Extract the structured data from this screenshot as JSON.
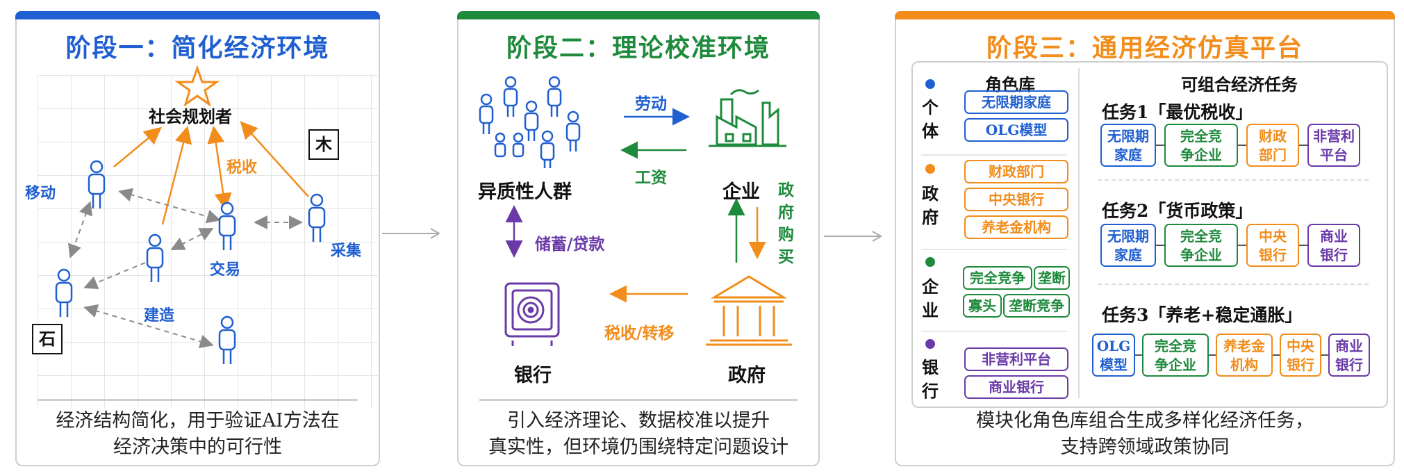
{
  "colors": {
    "blue": "#1f5fd1",
    "green": "#1e8a3c",
    "orange": "#f28c1a",
    "purple": "#6a3aa8",
    "gray": "#8a8a8a"
  },
  "stage1": {
    "title": "阶段一：简化经济环境",
    "planner": "社会规划者",
    "labels": {
      "move": "移动",
      "tax": "税收",
      "trade": "交易",
      "build": "建造",
      "collect": "采集",
      "wood": "木",
      "stone": "石"
    },
    "footer": [
      "经济结构简化，用于验证AI方法在",
      "经济决策中的可行性"
    ]
  },
  "stage2": {
    "title": "阶段二：理论校准环境",
    "labels": {
      "population": "异质性人群",
      "firm": "企业",
      "bank": "银行",
      "gov": "政府",
      "labor": "劳动",
      "wage": "工资",
      "saving": "储蓄/贷款",
      "govbuy": [
        "政",
        "府",
        "购",
        "买"
      ],
      "taxtransfer": "税收/转移"
    },
    "footer": [
      "引入经济理论、数据校准以提升",
      "真实性，但环境仍围绕特定问题设计"
    ]
  },
  "stage3": {
    "title": "阶段三：通用经济仿真平台",
    "library_title": "角色库",
    "tasks_title": "可组合经济任务",
    "categories": [
      {
        "name": [
          "个",
          "体"
        ],
        "roles": [
          "无限期家庭",
          "OLG模型"
        ]
      },
      {
        "name": [
          "政",
          "府"
        ],
        "roles": [
          "财政部门",
          "中央银行",
          "养老金机构"
        ]
      },
      {
        "name": [
          "企",
          "业"
        ],
        "roles": [
          "完全竞争",
          "垄断",
          "寡头",
          "垄断竞争"
        ]
      },
      {
        "name": [
          "银",
          "行"
        ],
        "roles": [
          "非营利平台",
          "商业银行"
        ]
      }
    ],
    "tasks": [
      {
        "title": "任务1「最优税收」",
        "items": [
          [
            "无限期",
            "家庭"
          ],
          [
            "完全竞",
            "争企业"
          ],
          [
            "财政",
            "部门"
          ],
          [
            "非营利",
            "平台"
          ]
        ]
      },
      {
        "title": "任务2「货币政策」",
        "items": [
          [
            "无限期",
            "家庭"
          ],
          [
            "完全竞",
            "争企业"
          ],
          [
            "中央",
            "银行"
          ],
          [
            "商业",
            "银行"
          ]
        ]
      },
      {
        "title": "任务3「养老+稳定通胀」",
        "items": [
          [
            "OLG",
            "模型"
          ],
          [
            "完全竞",
            "争企业"
          ],
          [
            "养老金",
            "机构"
          ],
          [
            "中央",
            "银行"
          ],
          [
            "商业",
            "银行"
          ]
        ]
      }
    ],
    "footer": [
      "模块化角色库组合生成多样化经济任务，",
      "支持跨领域政策协同"
    ]
  }
}
